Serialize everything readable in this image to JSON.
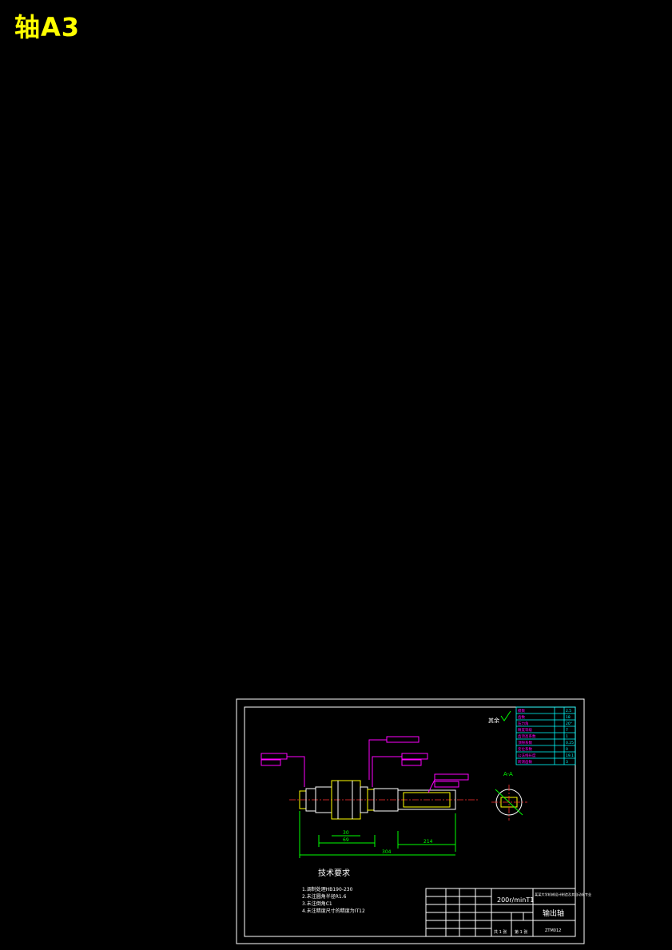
{
  "page_title": "轴A3",
  "drawing": {
    "tech_req_title": "技术要求",
    "tech_req_items": [
      "1.调制处理HB190-230",
      "2.未注圆角半径R1.6",
      "3.未注倒角C1",
      "4.未注精度尺寸的精度为IT12"
    ],
    "roughness_other": "其余",
    "section_label": "A-A",
    "dims": {
      "d1": "30",
      "d2": "69",
      "d3": "214",
      "total": "304"
    },
    "title_block": {
      "scale_text": "200r/minT1",
      "school_text": "某某大学机械设计制造及其自动化专业",
      "part_name": "输出轴",
      "drawing_no": "ZTM012",
      "sheet_total": "共 1 张",
      "sheet_no": "第 1 张"
    },
    "gear_table": {
      "labels": [
        "模数",
        "齿数",
        "压力角",
        "精度等级",
        "齿顶高系数",
        "顶隙系数",
        "变位系数",
        "公法线长度",
        "跨测齿数"
      ],
      "values": [
        "2.5",
        "18",
        "20°",
        "7",
        "1",
        "0.25",
        "0",
        "19.1",
        "3"
      ]
    }
  },
  "colors": {
    "background": "#000000",
    "title": "#ffff00",
    "frame": "#ffffff",
    "tolerance": "#ff00ff",
    "dimension": "#00ff00",
    "center_line": "#ff3030",
    "table": "#00ffff"
  }
}
